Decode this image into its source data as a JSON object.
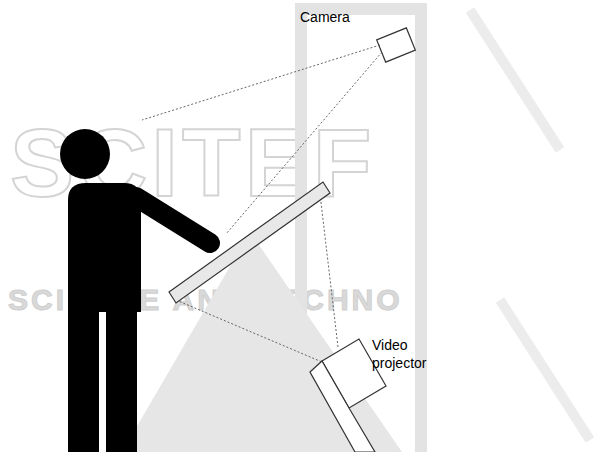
{
  "diagram": {
    "labels": [
      "Camera",
      "Video projector",
      "SCITEF",
      "SCIENCE AND TECHNO"
    ]
  }
}
